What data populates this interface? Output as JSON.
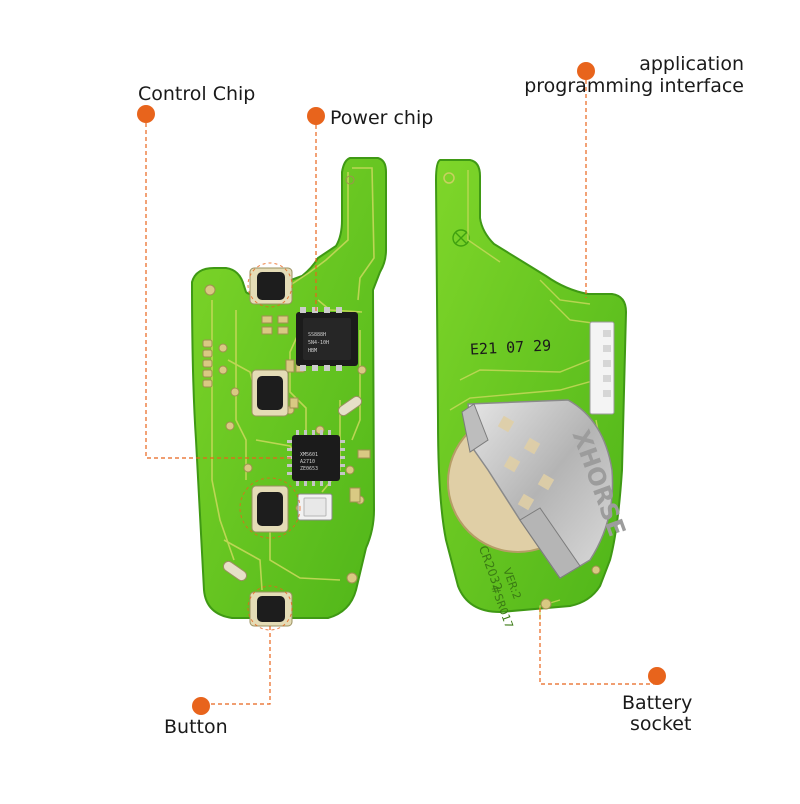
{
  "labels": {
    "control_chip": "Control Chip",
    "power_chip": "Power chip",
    "api_line1": "application",
    "api_line2": "programming interface",
    "button": "Button",
    "battery_line1": "Battery",
    "battery_line2": "socket"
  },
  "board_text": {
    "date_code": "E21 07 29",
    "battery_code": "CR2032",
    "version": "VER:2",
    "model": "#SR017",
    "brand": "XHORSE"
  },
  "colors": {
    "accent": "#e8641c",
    "pcb": "#5cc21f",
    "pcb_light": "#84dc2c",
    "trace": "#cfd86a",
    "pad": "#d9cf8a",
    "chip": "#1b1b1b",
    "metal": "#c9c9c9"
  }
}
